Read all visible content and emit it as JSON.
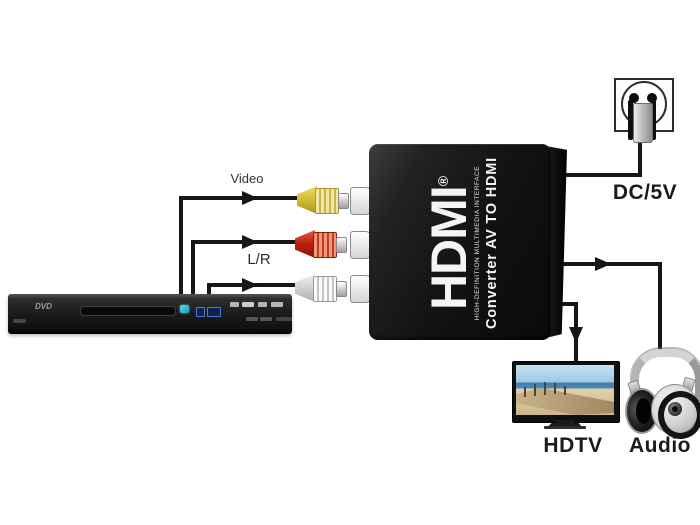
{
  "diagram": {
    "labels": {
      "video": "Video",
      "lr": "L/R",
      "power": "DC/5V",
      "tv": "HDTV",
      "audio": "Audio"
    },
    "converter": {
      "brand": "HDMI",
      "reg_mark": "®",
      "subtitle": "HIGH-DEFINITION MULTIMEDIA INTERFACE",
      "product_line": "Converter AV TO HDMI",
      "body_color": "#111111"
    },
    "dvd_player": {
      "logo": "DVD"
    },
    "rca_plugs": {
      "video_color": "#d2bd32",
      "audio_right_color": "#bc2210",
      "audio_left_color": "#d2d2d2"
    },
    "line_color": "#171717"
  }
}
